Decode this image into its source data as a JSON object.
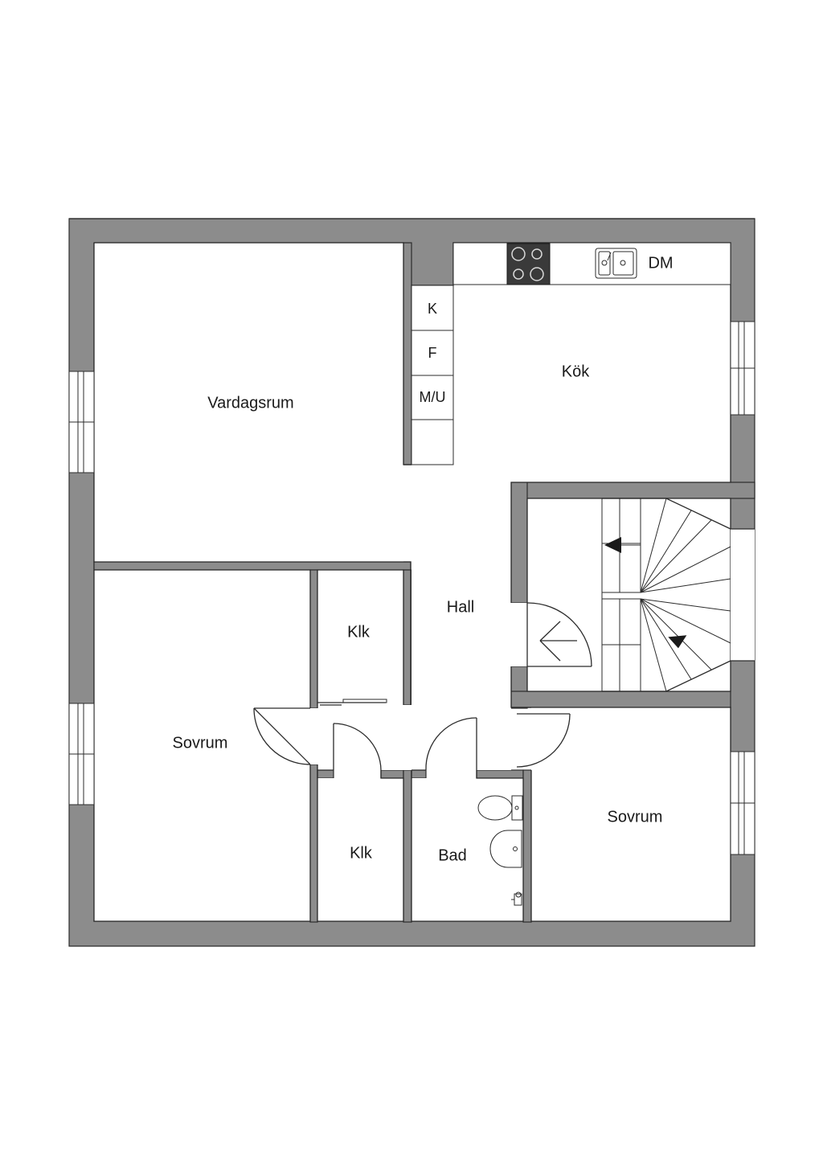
{
  "rooms": {
    "living": "Vardagsrum",
    "kitchen": "Kök",
    "hall": "Hall",
    "bedroom_left": "Sovrum",
    "bedroom_right": "Sovrum",
    "closet_upper": "Klk",
    "closet_lower": "Klk",
    "bathroom": "Bad"
  },
  "kitchen_units": {
    "dishwasher": "DM",
    "fridge": "K",
    "freezer": "F",
    "oven_microwave": "M/U"
  },
  "icons": [
    "stove-icon",
    "sink-icon",
    "toilet-icon",
    "washbasin-icon",
    "shower-mixer-icon",
    "stair-direction-arrow-icon",
    "entrance-arrow-icon"
  ],
  "colors": {
    "wall": "#8c8c8c",
    "outline": "#2b2b2b",
    "floor": "#ffffff"
  }
}
